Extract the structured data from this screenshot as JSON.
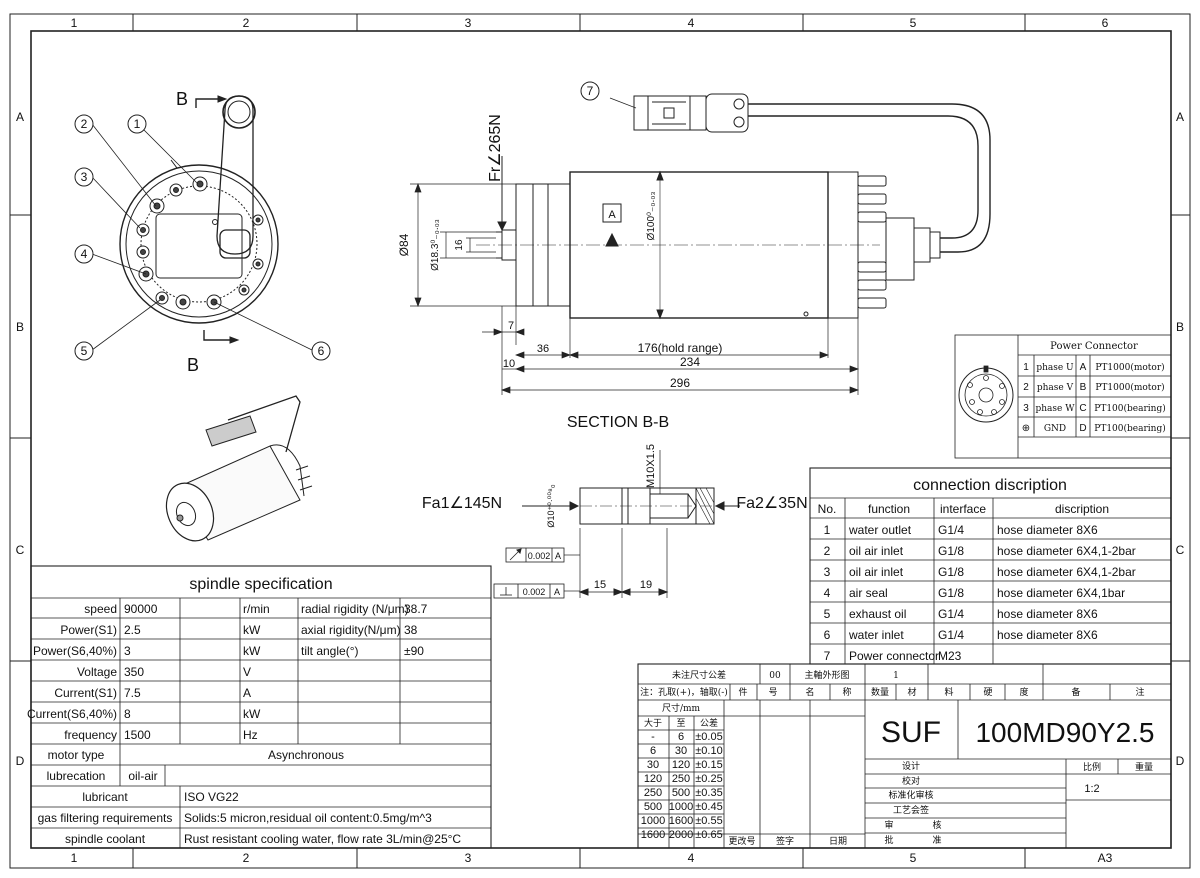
{
  "border": {
    "top_cols": [
      "1",
      "2",
      "3",
      "4",
      "5",
      "6"
    ],
    "bottom_cols": [
      "1",
      "2",
      "3",
      "4",
      "5"
    ],
    "rows": [
      "A",
      "B",
      "C",
      "D"
    ],
    "sheet_size": "A3"
  },
  "views": {
    "section_title": "SECTION B-B",
    "section_mark": "B",
    "callouts": [
      "1",
      "2",
      "3",
      "4",
      "5",
      "6",
      "7"
    ],
    "datum": "A"
  },
  "dims": {
    "fr": "Fr∠265N",
    "fa1": "Fa1∠145N",
    "fa2": "Fa2∠35N",
    "d84": "Ø84",
    "d18": "Ø18.3⁰₋₀.₀₃",
    "d100": "Ø100⁰₋₀.₀₃",
    "d16": "16",
    "d7": "7",
    "d36": "36",
    "d10": "10",
    "hold": "176(hold range)",
    "d234": "234",
    "d296": "296",
    "m10": "M10X1.5",
    "d10s": "Ø10⁺⁰·⁰⁰⁸₀",
    "d15": "15",
    "d19": "19",
    "tol1_val": "0.002",
    "tol1_ref": "A",
    "tol2_val": "0.002",
    "tol2_ref": "A"
  },
  "power_connector": {
    "title": "Power Connector",
    "rows": [
      {
        "n": "1",
        "f": "phase U",
        "k": "A",
        "v": "PT1000(motor)"
      },
      {
        "n": "2",
        "f": "phase V",
        "k": "B",
        "v": "PT1000(motor)"
      },
      {
        "n": "3",
        "f": "phase W",
        "k": "C",
        "v": "PT100(bearing)"
      },
      {
        "n": "⊕",
        "f": "GND",
        "k": "D",
        "v": "PT100(bearing)"
      }
    ]
  },
  "connection": {
    "title": "connection discription",
    "headers": [
      "No.",
      "function",
      "interface",
      "discription"
    ],
    "rows": [
      [
        "1",
        "water outlet",
        "G1/4",
        "hose diameter 8X6"
      ],
      [
        "2",
        "oil air inlet",
        "G1/8",
        "hose diameter 6X4,1-2bar"
      ],
      [
        "3",
        "oil air inlet",
        "G1/8",
        "hose diameter 6X4,1-2bar"
      ],
      [
        "4",
        "air seal",
        "G1/8",
        "hose diameter 6X4,1bar"
      ],
      [
        "5",
        "exhaust oil",
        "G1/4",
        "hose diameter 8X6"
      ],
      [
        "6",
        "water inlet",
        "G1/4",
        "hose diameter 8X6"
      ],
      [
        "7",
        "Power connector",
        "M23",
        ""
      ]
    ]
  },
  "spec": {
    "title": "spindle specification",
    "rows": [
      [
        "speed",
        "90000",
        "r/min",
        "radial rigidity (N/μm)",
        "38.7"
      ],
      [
        "Power(S1)",
        "2.5",
        "kW",
        "axial rigidity(N/μm)",
        "38"
      ],
      [
        "Power(S6,40%)",
        "3",
        "kW",
        "tilt angle(°)",
        "±90"
      ],
      [
        "Voltage",
        "350",
        "V",
        "",
        ""
      ],
      [
        "Current(S1)",
        "7.5",
        "A",
        "",
        ""
      ],
      [
        "Current(S6,40%)",
        "8",
        "kW",
        "",
        ""
      ],
      [
        "frequency",
        "1500",
        "Hz",
        "",
        ""
      ]
    ],
    "motor_type_label": "motor type",
    "motor_type": "Asynchronous",
    "lubrecation_label": "lubrecation",
    "lubrecation": "oil-air",
    "lubricant_label": "lubricant",
    "lubricant": "ISO VG22",
    "gas_label": "gas filtering requirements",
    "gas": "Solids:5 micron,residual oil content:0.5mg/m^3",
    "coolant_label": "spindle coolant",
    "coolant": "Rust resistant cooling water, flow rate 3L/min@25°C"
  },
  "title_block": {
    "unmarked_tol": "未注尺寸公差",
    "r1_00": "00",
    "r1_main": "主軸外形图",
    "r1_1": "1",
    "note": "注：孔取(+)，轴取(-)",
    "cols": [
      "件",
      "号",
      "名",
      "称",
      "数量",
      "材",
      "料",
      "硬",
      "度",
      "备",
      "注"
    ],
    "size_mm": "尺寸/mm",
    "tol_heads": [
      "大于",
      "至",
      "公差"
    ],
    "tol_rows": [
      [
        "-",
        "6",
        "±0.05"
      ],
      [
        "6",
        "30",
        "±0.10"
      ],
      [
        "30",
        "120",
        "±0.15"
      ],
      [
        "120",
        "250",
        "±0.25"
      ],
      [
        "250",
        "500",
        "±0.35"
      ],
      [
        "500",
        "1000",
        "±0.45"
      ],
      [
        "1000",
        "1600",
        "±0.55"
      ],
      [
        "1600",
        "2000",
        "±0.65"
      ]
    ],
    "brand": "SUF",
    "model": "100MD90Y2.5",
    "design": "设计",
    "check": "校对",
    "std": "标准化审核",
    "proc": "工艺会签",
    "audit": "审",
    "audit2": "核",
    "approve": "批",
    "approve2": "准",
    "scale_label": "比例",
    "weight_label": "重量",
    "scale": "1:2",
    "change": "更改号",
    "sign": "签字",
    "date": "日期"
  }
}
